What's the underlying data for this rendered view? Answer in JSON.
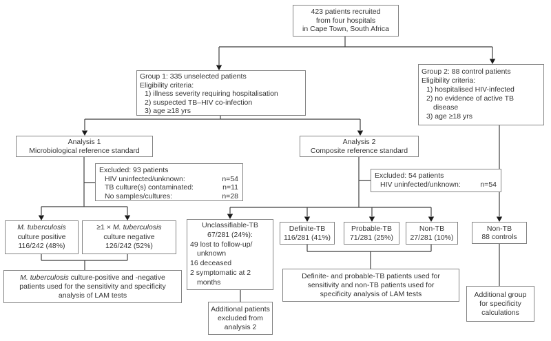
{
  "boxes": {
    "recruited": {
      "lines": [
        "423 patients recruited",
        "from four hospitals",
        "in Cape Town, South Africa"
      ]
    },
    "group1": {
      "lines": [
        "Group 1: 335 unselected patients",
        "Eligibility criteria:",
        "1) illness severity requiring hospitalisation",
        "2) suspected TB–HIV co-infection",
        "3) age ≥18 yrs"
      ]
    },
    "group2": {
      "lines": [
        "Group 2: 88 control patients",
        "Eligibility criteria:",
        "1) hospitalised HIV-infected",
        "2) no evidence of active TB",
        "disease",
        "3) age ≥18 yrs"
      ]
    },
    "analysis1": {
      "lines": [
        "Analysis 1",
        "Microbiological reference standard"
      ]
    },
    "analysis2": {
      "lines": [
        "Analysis 2",
        "Composite reference standard"
      ]
    },
    "excluded1": {
      "title": "Excluded: 93 patients",
      "rows": [
        {
          "label": "HIV uninfected/unknown:",
          "value": "n=54"
        },
        {
          "label": "TB culture(s) contaminated:",
          "value": "n=11"
        },
        {
          "label": "No samples/cultures:",
          "value": "n=28"
        }
      ]
    },
    "excluded2": {
      "title": "Excluded: 54 patients",
      "rows": [
        {
          "label": "HIV uninfected/unknown:",
          "value": "n=54"
        }
      ]
    },
    "mtb_positive": {
      "species": "M. tuberculosis",
      "line2": "culture positive",
      "line3": "116/242 (48%)"
    },
    "mtb_negative": {
      "prefix": "≥1 × ",
      "species": "M. tuberculosis",
      "line2": "culture negative",
      "line3": "126/242 (52%)"
    },
    "unclassifiable": {
      "lines": [
        "Unclassifiable-TB",
        "67/281 (24%):",
        "49 lost to follow-up/",
        "unknown",
        "16 deceased",
        "2 symptomatic at 2",
        "months"
      ]
    },
    "definite": {
      "lines": [
        "Definite-TB",
        "116/281 (41%)"
      ]
    },
    "probable": {
      "lines": [
        "Probable-TB",
        "71/281 (25%)"
      ]
    },
    "non_tb": {
      "lines": [
        "Non-TB",
        "27/281 (10%)"
      ]
    },
    "non_tb_controls": {
      "lines": [
        "Non-TB",
        "88 controls"
      ]
    },
    "summary_micro": {
      "species": "M. tuberculosis",
      "line1_rest": " culture-positive and -negative",
      "line2": "patients used for the sensitivity and specificity",
      "line3": "analysis of LAM tests"
    },
    "summary_composite": {
      "lines": [
        "Definite- and probable-TB patients used for",
        "sensitivity and non-TB patients used for",
        "specificity analysis of LAM tests"
      ]
    },
    "additional_excluded": {
      "lines": [
        "Additional patients",
        "excluded from",
        "analysis 2"
      ]
    },
    "additional_group": {
      "lines": [
        "Additional group",
        "for specificity",
        "calculations"
      ]
    }
  },
  "colors": {
    "background": "#ffffff",
    "box_border": "#828282",
    "connector": "#3f3f3f",
    "arrowhead": "#1a1a1a",
    "text": "#333333"
  }
}
